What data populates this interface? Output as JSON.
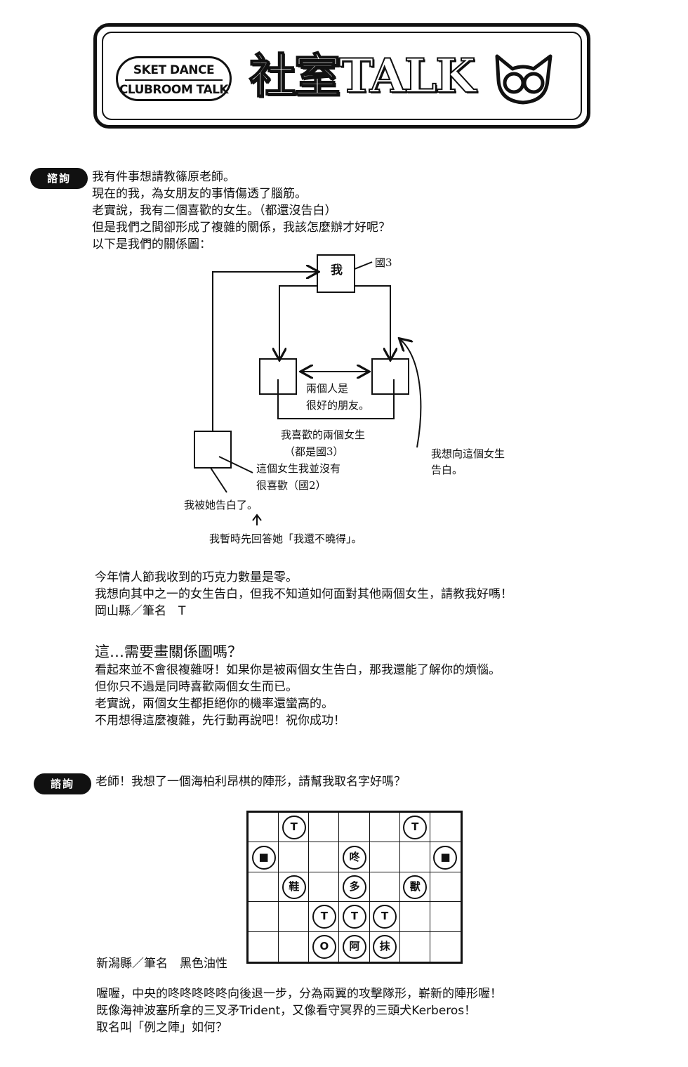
{
  "header": {
    "badge_line1": "SKET DANCE",
    "badge_line2": "CLUBROOM TALK",
    "title": "社室TALK"
  },
  "q1": {
    "label": "諮詢",
    "lines": [
      "我有件事想請教篠原老師。",
      "現在的我，為女朋友的事情傷透了腦筋。",
      "老實說，我有二個喜歡的女生。（都還沒告白）",
      "但是我們之間卻形成了複雜的關係，我該怎麼辦才好呢？",
      "以下是我們的關係圖："
    ],
    "diagram": {
      "me": "我",
      "me_grade": "國3",
      "friends_note_1": "兩個人是",
      "friends_note_2": "很好的朋友。",
      "liked_1": "我喜歡的兩個女生",
      "liked_2": "（都是國3）",
      "confess_1": "我想向這個女生",
      "confess_2": "告白。",
      "other_1": "這個女生我並沒有",
      "other_2": "很喜歡（國2）",
      "confessed_to_me": "我被她告白了。",
      "reply": "我暫時先回答她「我還不曉得」。"
    },
    "after_lines": [
      "今年情人節我收到的巧克力數量是零。",
      "我想向其中之一的女生告白，但我不知道如何面對其他兩個女生，請教我好嗎！"
    ],
    "signature": "岡山縣／筆名　T"
  },
  "a1": {
    "title": "這…需要畫關係圖嗎？",
    "lines": [
      "看起來並不會很複雜呀！如果你是被兩個女生告白，那我還能了解你的煩惱。",
      "但你只不過是同時喜歡兩個女生而已。",
      "老實說，兩個女生都拒絕你的機率還蠻高的。",
      "不用想得這麼複雜，先行動再說吧！祝你成功！"
    ]
  },
  "q2": {
    "label": "諮詢",
    "text": "老師！我想了一個海柏利昂棋的陣形，請幫我取名字好嗎？",
    "signature": "新潟縣／筆名　黑色油性",
    "board": {
      "cols": 7,
      "rows": 5,
      "pieces": [
        {
          "r": 0,
          "c": 1,
          "t": "T",
          "dark": false
        },
        {
          "r": 0,
          "c": 5,
          "t": "T",
          "dark": false
        },
        {
          "r": 1,
          "c": 0,
          "t": "■",
          "dark": false
        },
        {
          "r": 1,
          "c": 3,
          "t": "咚",
          "dark": false
        },
        {
          "r": 1,
          "c": 6,
          "t": "■",
          "dark": false
        },
        {
          "r": 2,
          "c": 1,
          "t": "鞋",
          "dark": false
        },
        {
          "r": 2,
          "c": 3,
          "t": "多",
          "dark": false
        },
        {
          "r": 2,
          "c": 5,
          "t": "獸",
          "dark": false
        },
        {
          "r": 3,
          "c": 2,
          "t": "T",
          "dark": false
        },
        {
          "r": 3,
          "c": 3,
          "t": "T",
          "dark": false
        },
        {
          "r": 3,
          "c": 4,
          "t": "T",
          "dark": false
        },
        {
          "r": 4,
          "c": 2,
          "t": "O",
          "dark": false
        },
        {
          "r": 4,
          "c": 3,
          "t": "阿",
          "dark": false
        },
        {
          "r": 4,
          "c": 4,
          "t": "抹",
          "dark": false
        }
      ]
    }
  },
  "a2": {
    "lines": [
      "喔喔，中央的咚咚咚咚咚向後退一步，分為兩翼的攻擊隊形，嶄新的陣形喔！",
      "既像海神波塞所拿的三叉矛Trident，又像看守冥界的三頭犬Kerberos！",
      "取名叫「例之陣」如何？"
    ]
  }
}
